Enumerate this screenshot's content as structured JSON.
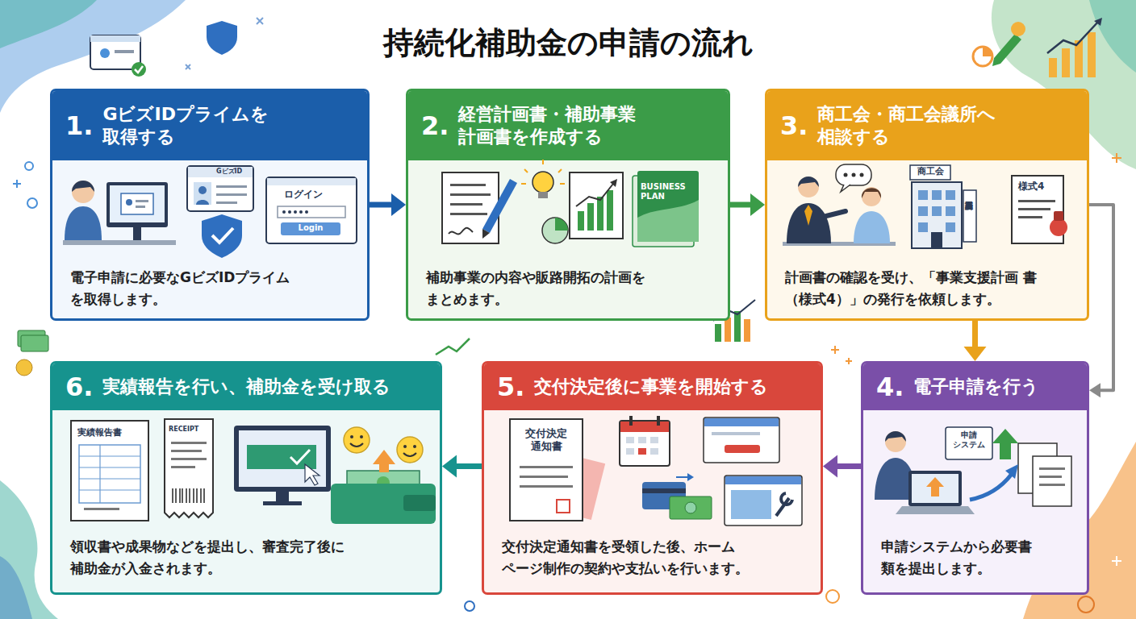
{
  "diagram": {
    "title": "持続化補助金の申請の流れ",
    "nodes": [
      {
        "text": [
          "1.",
          "GビズIDプライムを 取得する",
          "電子申請に必要なGビズIDプライム を取得します。"
        ]
      },
      {
        "text": [
          "2.",
          "経営計画書・補助事業 計画書を作成する",
          "補助事業の内容や販路開拓の計画を まとめます。"
        ]
      },
      {
        "text": [
          "3.",
          "商工会・商工会議所へ 相談する",
          "計画書の確認を受け、「事業支援計画 書（様式4）」の発行を依頼します。"
        ]
      },
      {
        "text": [
          "4.",
          "電子申請を行う",
          "申請システムから必要書 類を提出します。"
        ]
      },
      {
        "text": [
          "5.",
          "交付決定後に事業を開始する",
          "交付決定通知書を受領した後、ホーム ページ制作の契約や支払いを行います。"
        ]
      },
      {
        "text": [
          "6.",
          "実績報告を行い、補助金を受け取る",
          "領収書や成果物などを提出し、審査完了後に 補助金が入金されます。"
        ]
      }
    ],
    "edges": [
      {
        "from": 0,
        "to": 1,
        "arrow": "to"
      },
      {
        "from": 1,
        "to": 2,
        "arrow": "to"
      },
      {
        "from": 2,
        "to": 3,
        "arrow": "to"
      },
      {
        "from": 2,
        "to": 3,
        "arrow": "to"
      },
      {
        "from": 3,
        "to": 4,
        "arrow": "to"
      },
      {
        "from": 4,
        "to": 5,
        "arrow": "to"
      }
    ],
    "labels": [
      "GビズID",
      "ログイン",
      "Login",
      "BUSINESS PLAN",
      "商工会",
      "商工会議所",
      "様式4",
      "申請 システム",
      "交付決定 通知書",
      "実績報告書",
      "RECEIPT"
    ]
  }
}
